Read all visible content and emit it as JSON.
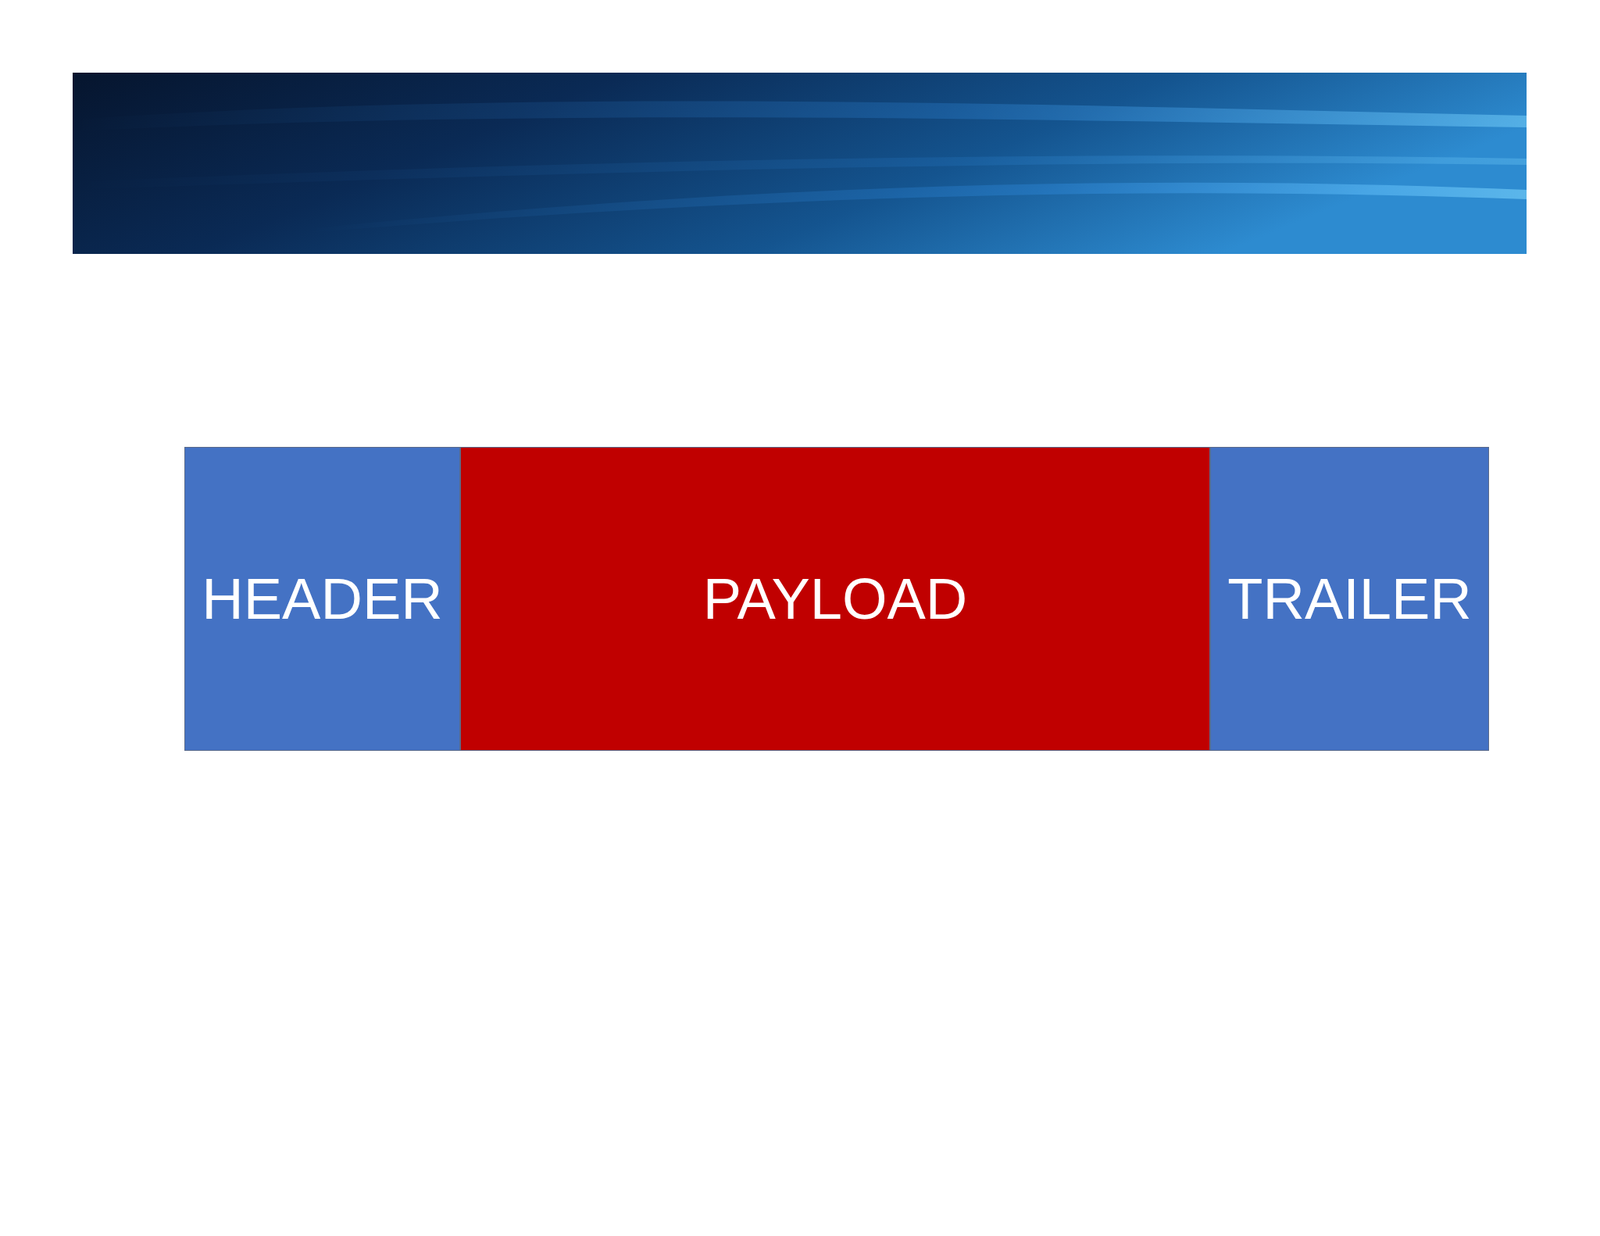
{
  "diagram": {
    "nodes": [
      {
        "text": [
          "HEADER"
        ]
      },
      {
        "text": [
          "PAYLOAD"
        ]
      },
      {
        "text": [
          "TRAILER"
        ]
      }
    ]
  }
}
